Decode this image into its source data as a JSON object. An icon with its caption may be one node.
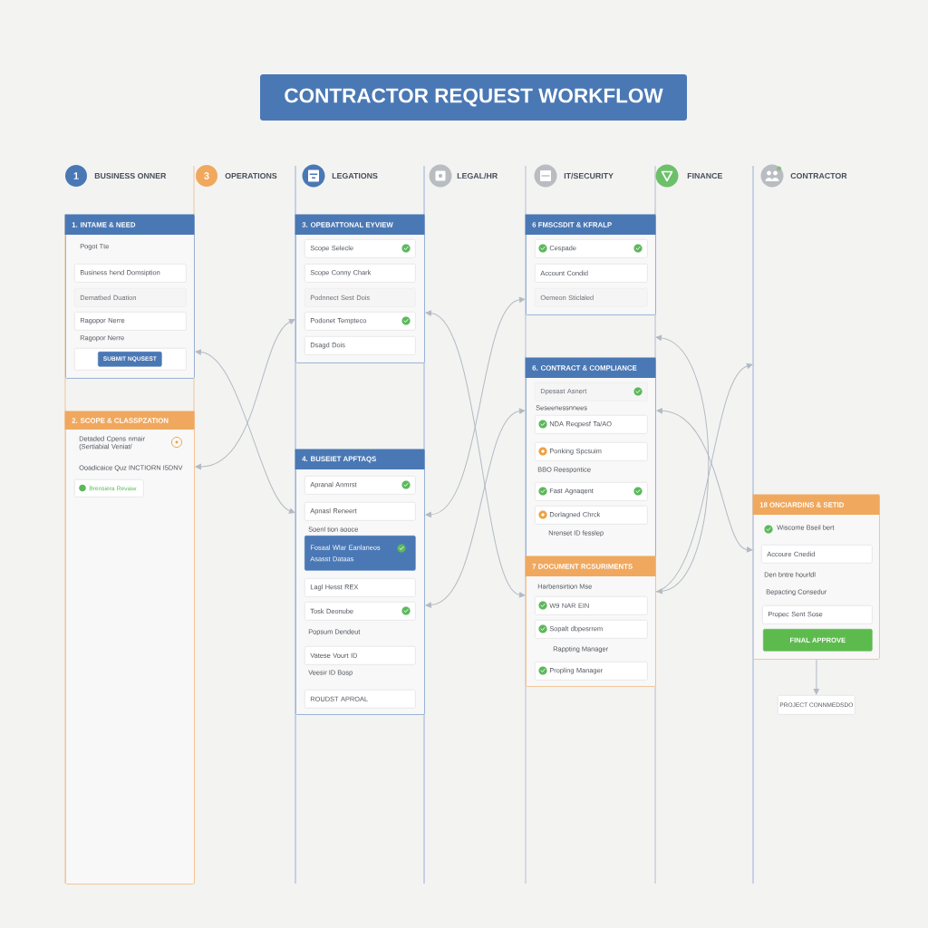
{
  "diagram": {
    "title": "CONTRACTOR REQUEST WORKFLOW",
    "nodes": [
      {
        "text": [
          "1"
        ],
        "beside": [
          "BUSINESS ONNER"
        ]
      },
      {
        "text": [
          "3"
        ],
        "beside": [
          "OPERATIONS"
        ]
      },
      {
        "text": [
          "1. INTAME & NEED",
          "Pogot Tte",
          "Ragopor Nerre"
        ]
      },
      {
        "text": [
          "Business hend Domsiption"
        ],
        "in": 2
      },
      {
        "text": [
          "Dematbed Duation"
        ],
        "in": 2
      },
      {
        "text": [
          "Ragopor Nerre"
        ],
        "in": 2
      },
      {
        "text": [],
        "shape": "box",
        "in": 2
      },
      {
        "text": [
          "SUBMIT NQUSEST"
        ],
        "in": 6
      },
      {
        "text": [
          "3. OPEBATTONAL EYVIEW"
        ]
      },
      {
        "text": [
          "Scope Selecle"
        ],
        "in": 8
      },
      {
        "text": [
          "Scope Conny Chark"
        ],
        "in": 8
      },
      {
        "text": [
          "Podnnect Sest Dois"
        ],
        "in": 8
      },
      {
        "text": [
          "Podonet Tempteco"
        ],
        "in": 8
      },
      {
        "text": [
          "Dsagd Dois"
        ],
        "in": 8
      },
      {
        "text": [
          "6 FMSCSDIT & KFRALP"
        ]
      },
      {
        "text": [
          "Cespade"
        ],
        "in": 14
      },
      {
        "text": [
          "Account Condid"
        ],
        "in": 14
      },
      {
        "text": [
          "Oemeon Sticlaled"
        ],
        "in": 14
      },
      {
        "text": [
          "2. SCOPE & CLASSPZATION",
          "Detaded Cpens nmair (Sertiabial Veniat/",
          "Ooadicaice Quz INCTIORN I5DNV"
        ]
      },
      {
        "text": [
          "Brensiera Reviaw"
        ],
        "in": 18
      },
      {
        "text": [
          "4. BUSEIET APFTAQS",
          "Soenl tion aooce",
          "Popsum Dendeut",
          "Veesir ID Bosp"
        ]
      },
      {
        "text": [
          "Apranal Anmrst"
        ],
        "in": 20
      },
      {
        "text": [
          "Apnasl Reneert"
        ],
        "in": 20
      },
      {
        "text": [
          "Fosaal Wlar Eanlaneos",
          "Asasst Dataas"
        ],
        "in": 20
      },
      {
        "text": [
          "Lagl Hesst REX"
        ],
        "in": 20
      },
      {
        "text": [
          "Tosk Deonube"
        ],
        "in": 20
      },
      {
        "text": [
          "Vatese Vourt ID"
        ],
        "in": 20
      },
      {
        "text": [
          "ROUDST APROAL"
        ],
        "in": 20
      },
      {
        "text": [
          "6. CONTRACT & COMPLIANCE",
          "Seseenessnnees",
          "BBO Reespontice",
          "Nrenset ID fesslep"
        ]
      },
      {
        "text": [
          "Dpesast Asnert"
        ],
        "in": 28
      },
      {
        "text": [
          "NDA Reqpesf Ta/AO"
        ],
        "in": 28
      },
      {
        "text": [
          "Ponking Spcsuim"
        ],
        "in": 28
      },
      {
        "text": [
          "Fast Agnaqent"
        ],
        "in": 28
      },
      {
        "text": [
          "Dorlagned Chrck"
        ],
        "in": 28
      },
      {
        "text": [
          "7 DOCUMENT RCSURIMENTS",
          "Harbensirtion Mse",
          "Rappting Manager"
        ]
      },
      {
        "text": [
          "W9 NAR EIN"
        ],
        "in": 34
      },
      {
        "text": [
          "Sopalt dbpesrrem"
        ],
        "in": 34
      },
      {
        "text": [
          "Propling Manager"
        ],
        "in": 34
      },
      {
        "text": [
          "18 ONCIARDINS & SETID",
          "Wiscome Bseil bert",
          "Den bntre hourldl",
          "Bepacting Consedur"
        ]
      },
      {
        "text": [
          "Accoure Cnedid"
        ],
        "in": 38
      },
      {
        "text": [
          "Propec Sent Sose"
        ],
        "in": 38
      },
      {
        "text": [
          "FINAL APPROVE"
        ],
        "in": 38
      },
      {
        "text": [
          "PROJECT CONNMEDSDO"
        ]
      }
    ],
    "edges": [
      {
        "from": 2,
        "to": 20,
        "arrow": "both"
      },
      {
        "from": 18,
        "to": 8,
        "arrow": "both"
      },
      {
        "from": 20,
        "to": 14,
        "arrow": "both"
      },
      {
        "from": 8,
        "to": 34,
        "arrow": "both"
      },
      {
        "from": 20,
        "to": 28,
        "arrow": "both"
      },
      {
        "from": null,
        "to": 34,
        "arrow": "both"
      },
      {
        "from": 34,
        "to": null,
        "arrow": "to"
      },
      {
        "from": 28,
        "to": 38,
        "arrow": "both"
      },
      {
        "from": 38,
        "to": 42,
        "arrow": "to"
      }
    ],
    "labels": [
      "LEGATIONS",
      "LEGAL/HR",
      "IT/SECURITY",
      "FINANCE",
      "CONTRACTOR"
    ]
  }
}
